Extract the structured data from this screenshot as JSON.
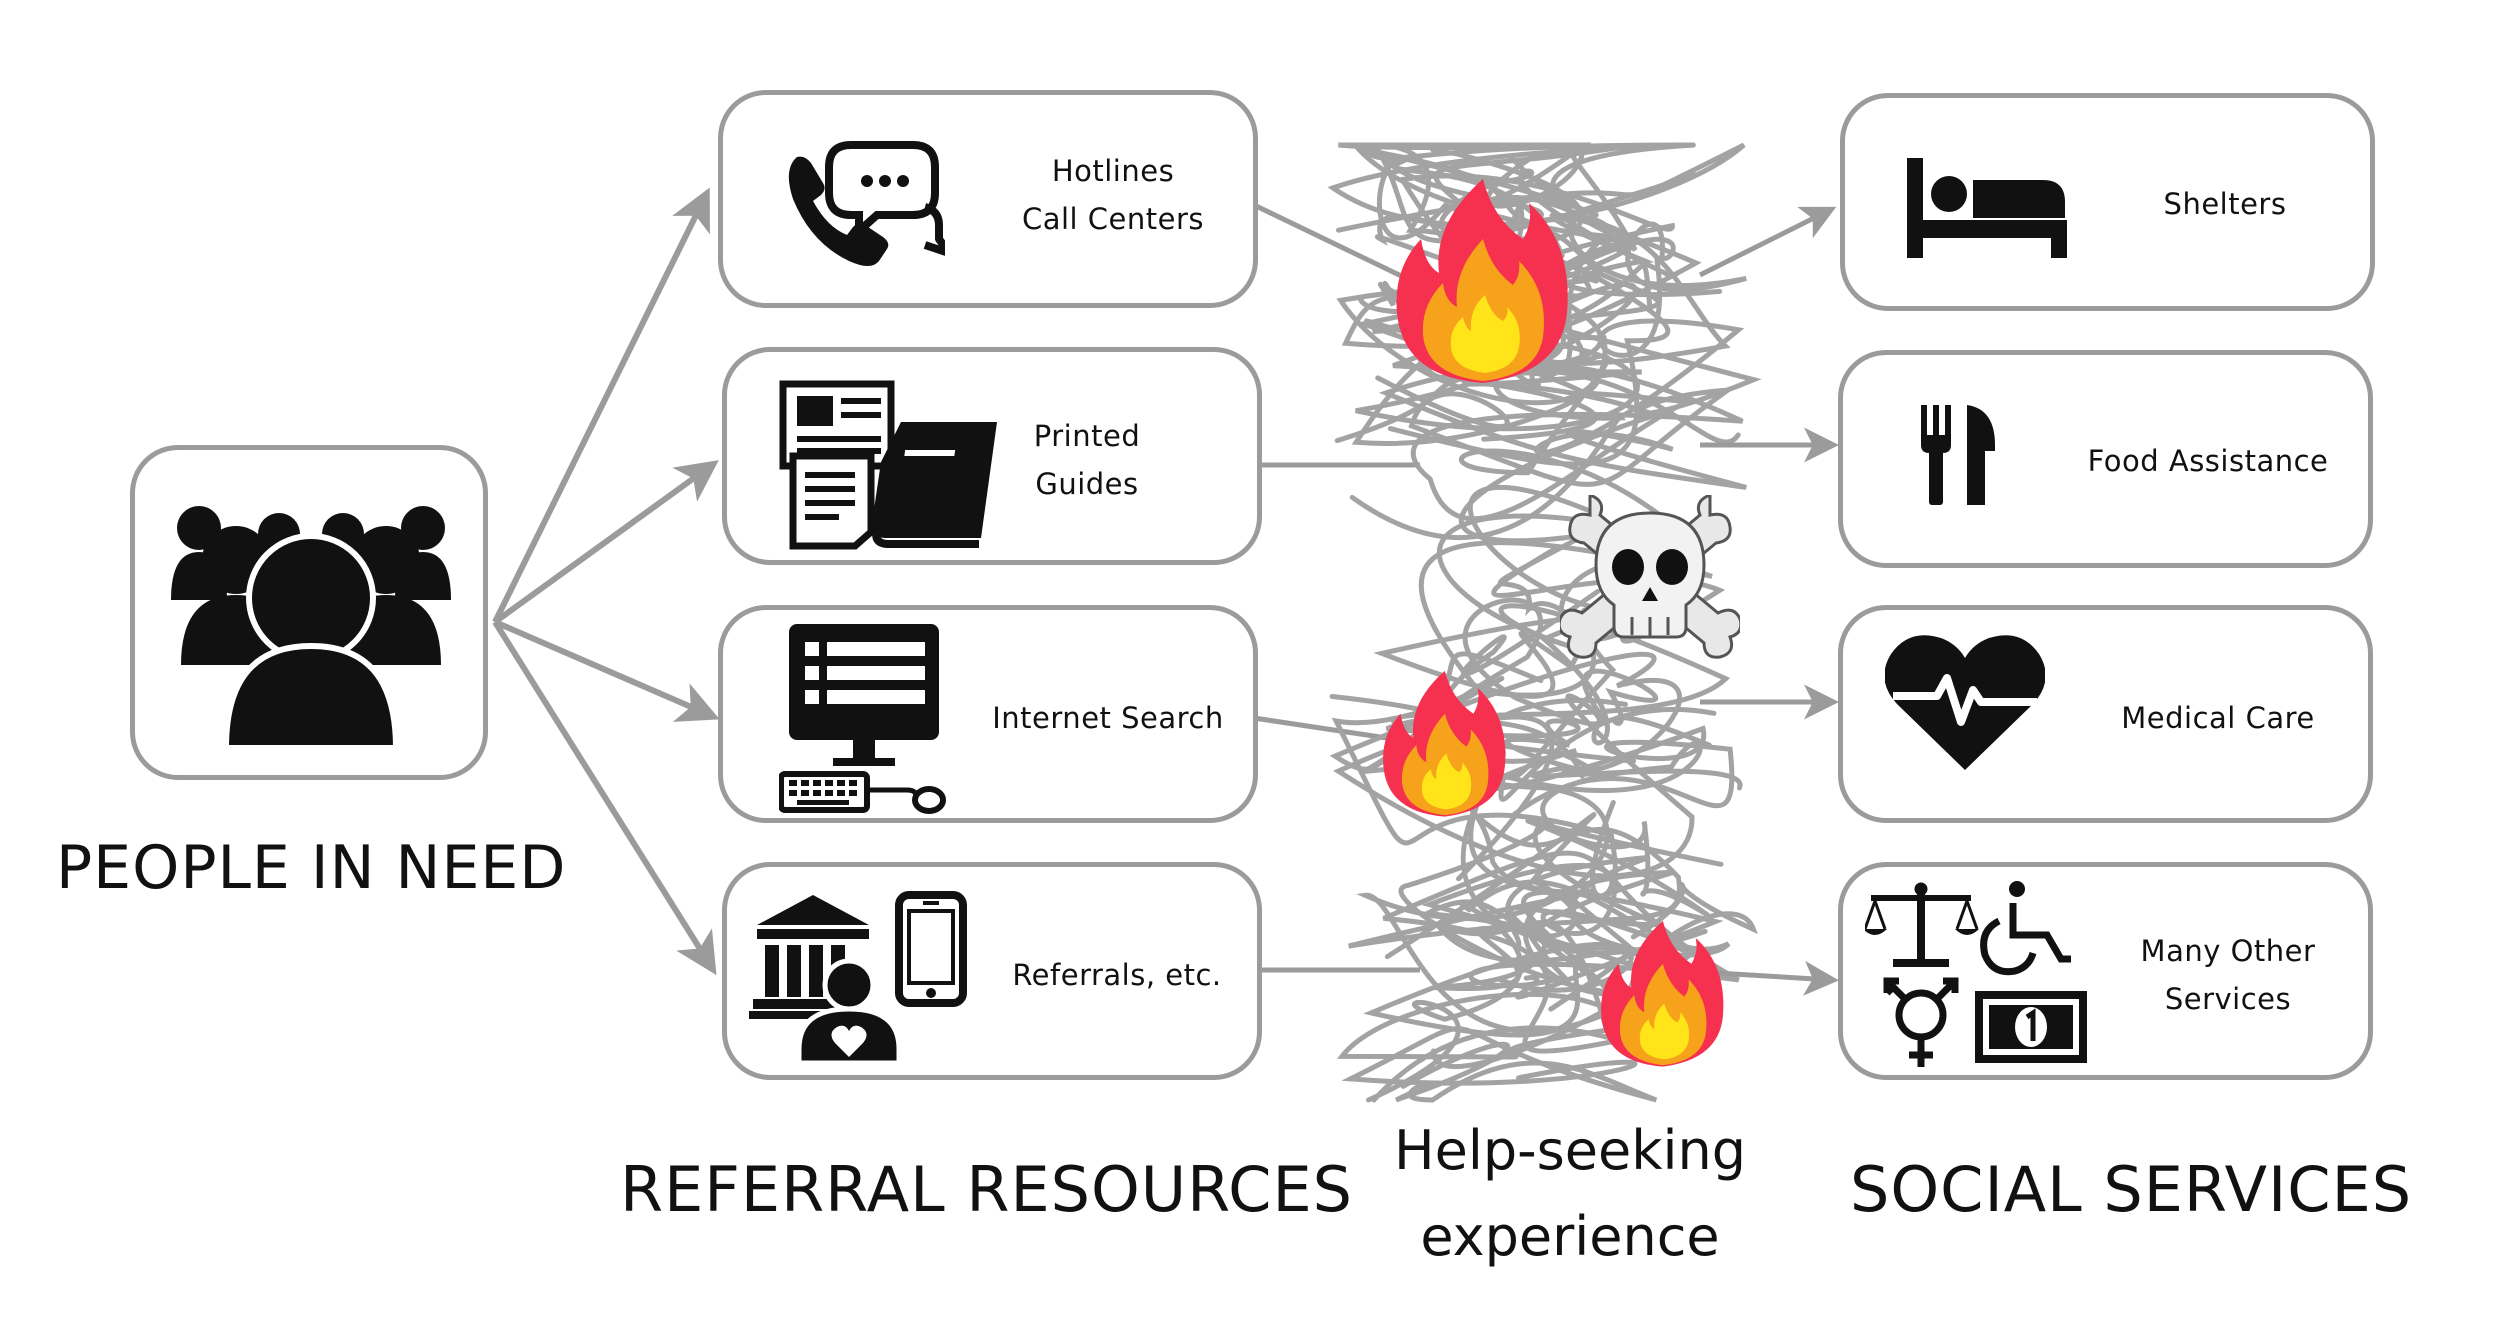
{
  "diagram": {
    "people": {
      "title": "PEOPLE IN NEED",
      "icon": "crowd-icon"
    },
    "referral": {
      "title": "REFERRAL RESOURCES",
      "items": [
        {
          "line1": "Hotlines",
          "line2": "Call Centers",
          "icon": "phone-chat-icon"
        },
        {
          "line1": "Printed",
          "line2": "Guides",
          "icon": "newspaper-book-icon"
        },
        {
          "line1": "Internet Search",
          "line2": "",
          "icon": "computer-icon"
        },
        {
          "line1": "Referrals, etc.",
          "line2": "",
          "icon": "bank-person-phone-icon"
        }
      ]
    },
    "help_seeking": {
      "line1": "Help-seeking",
      "line2": "experience",
      "markers": [
        "fire-icon",
        "skull-crossbones-icon",
        "fire-icon",
        "fire-icon"
      ]
    },
    "services": {
      "title": "SOCIAL SERVICES",
      "items": [
        {
          "line1": "Shelters",
          "line2": "",
          "icon": "bed-icon"
        },
        {
          "line1": "Food Assistance",
          "line2": "",
          "icon": "fork-knife-icon"
        },
        {
          "line1": "Medical Care",
          "line2": "",
          "icon": "heartbeat-icon"
        },
        {
          "line1": "Many Other",
          "line2": "Services",
          "icon": "misc-services-icon"
        }
      ]
    },
    "colors": {
      "border": "#9b9b9b",
      "arrow": "#9b9b9b",
      "scribble": "#a3a3a3",
      "icon": "#111111",
      "fire_outer": "#f5314f",
      "fire_mid": "#f7a21b",
      "fire_inner": "#ffe419"
    }
  }
}
